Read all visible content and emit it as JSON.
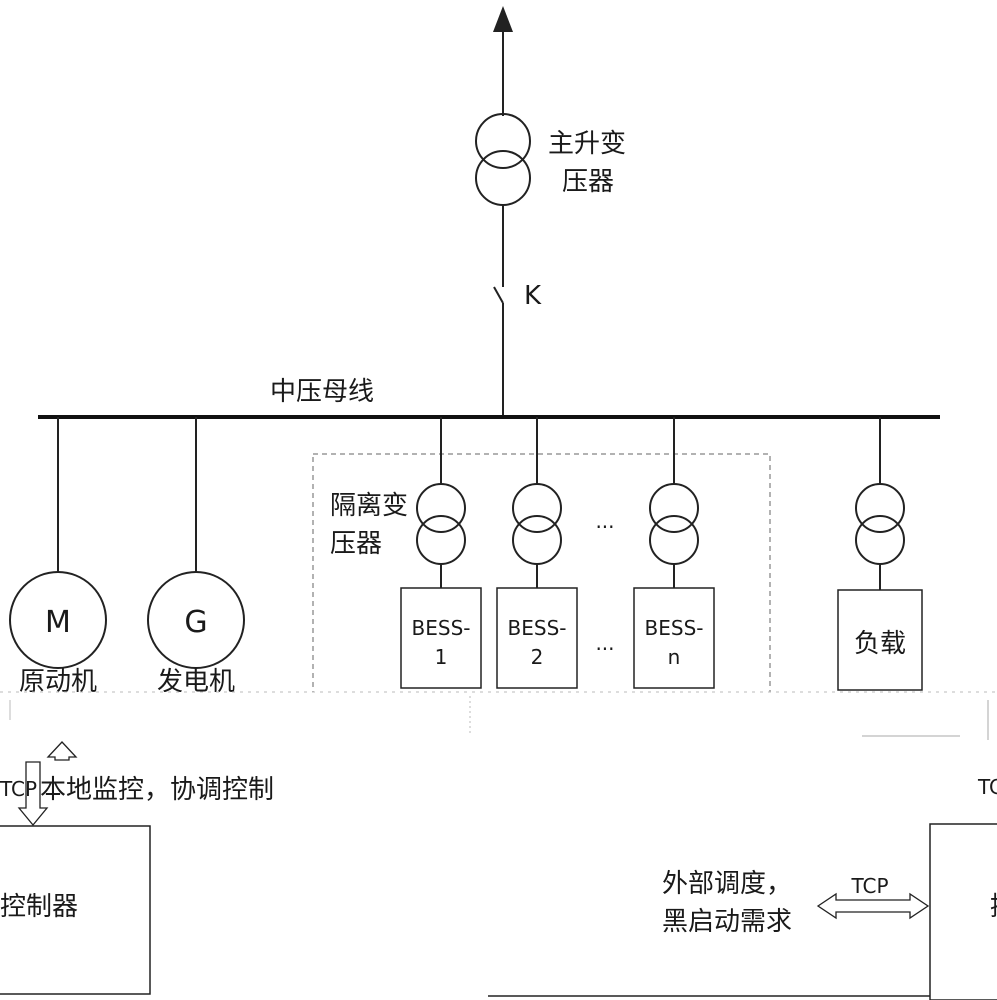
{
  "transformer_main": {
    "line1": "主升变",
    "line2": "压器"
  },
  "switch_label": "K",
  "bus_label": "中压母线",
  "isolation_transformer": {
    "line1": "隔离变",
    "line2": "压器"
  },
  "motor": {
    "symbol": "M",
    "name": "原动机"
  },
  "generator": {
    "symbol": "G",
    "name": "发电机"
  },
  "bess": [
    {
      "line1": "BESS-",
      "line2": "1"
    },
    {
      "line1": "BESS-",
      "line2": "2"
    },
    {
      "line1": "BESS-",
      "line2": "n"
    }
  ],
  "ellipsis": "...",
  "load_label": "负载",
  "left_link": {
    "protocol": "TCP",
    "text": "本地监控，协调控制"
  },
  "right_link_partial": "TC",
  "controller_label": "控制器",
  "external": {
    "line1": "外部调度，",
    "line2": "黑启动需求",
    "protocol": "TCP"
  },
  "right_box_partial": "控"
}
